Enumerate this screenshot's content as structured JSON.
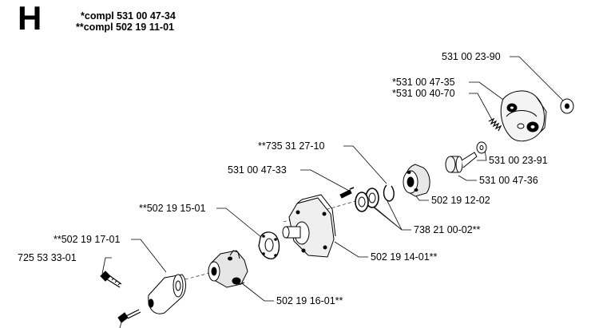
{
  "section_letter": "H",
  "kit_notes": [
    "*compl 531 00 47-34",
    "**compl 502 19 11-01"
  ],
  "part_labels": {
    "p1": "531 00 23-90",
    "p2": "*531 00 47-35",
    "p3": "*531 00 40-70",
    "p4": "531 00 23-91",
    "p5": "531 00 47-36",
    "p6": "**735 31 27-10",
    "p7": "531 00 47-33",
    "p8": "502 19 12-02",
    "p9": "**502 19 15-01",
    "p10": "738 21 00-02**",
    "p11": "**502 19 17-01",
    "p12": "725 53 33-01",
    "p13": "502 19 14-01**",
    "p14": "502 19 16-01**"
  }
}
